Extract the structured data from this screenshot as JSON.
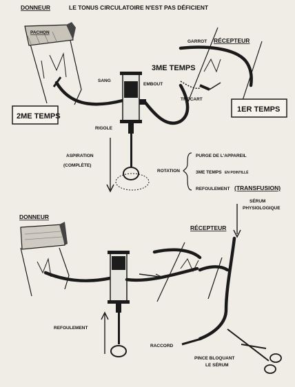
{
  "top": {
    "header_left": "DONNEUR",
    "header_title": "LE TONUS CIRCULATOIRE N'EST PAS DÉFICIENT",
    "pachon": "PACHON",
    "garrot": "GARROT",
    "recepteur": "RÉCEPTEUR",
    "troisieme_temps": "3ME TEMPS",
    "sang": "SANG",
    "embout": "EMBOUT",
    "trocart": "TROCART",
    "deuxieme_temps": "2ME TEMPS",
    "premier_temps": "1ER TEMPS",
    "rigole": "RIGOLE",
    "aspiration": "ASPIRATION",
    "complete": "(COMPLÈTE)",
    "rotation": "ROTATION",
    "purge": "PURGE DE L'APPAREIL",
    "troisieme_pointille_a": "3ME TEMPS",
    "troisieme_pointille_b": "EN POINTILLÉ",
    "refoulement_a": "REFOULEMENT",
    "refoulement_b": "(TRANSFUSION)"
  },
  "bottom": {
    "donneur": "DONNEUR",
    "recepteur": "RÉCEPTEUR",
    "serum_a": "SÉRUM",
    "serum_b": "PHYSIOLOGIQUE",
    "refoulement": "REFOULEMENT",
    "raccord": "RACCORD",
    "pince_a": "PINCE BLOQUANT",
    "pince_b": "LE SÉRUM"
  }
}
